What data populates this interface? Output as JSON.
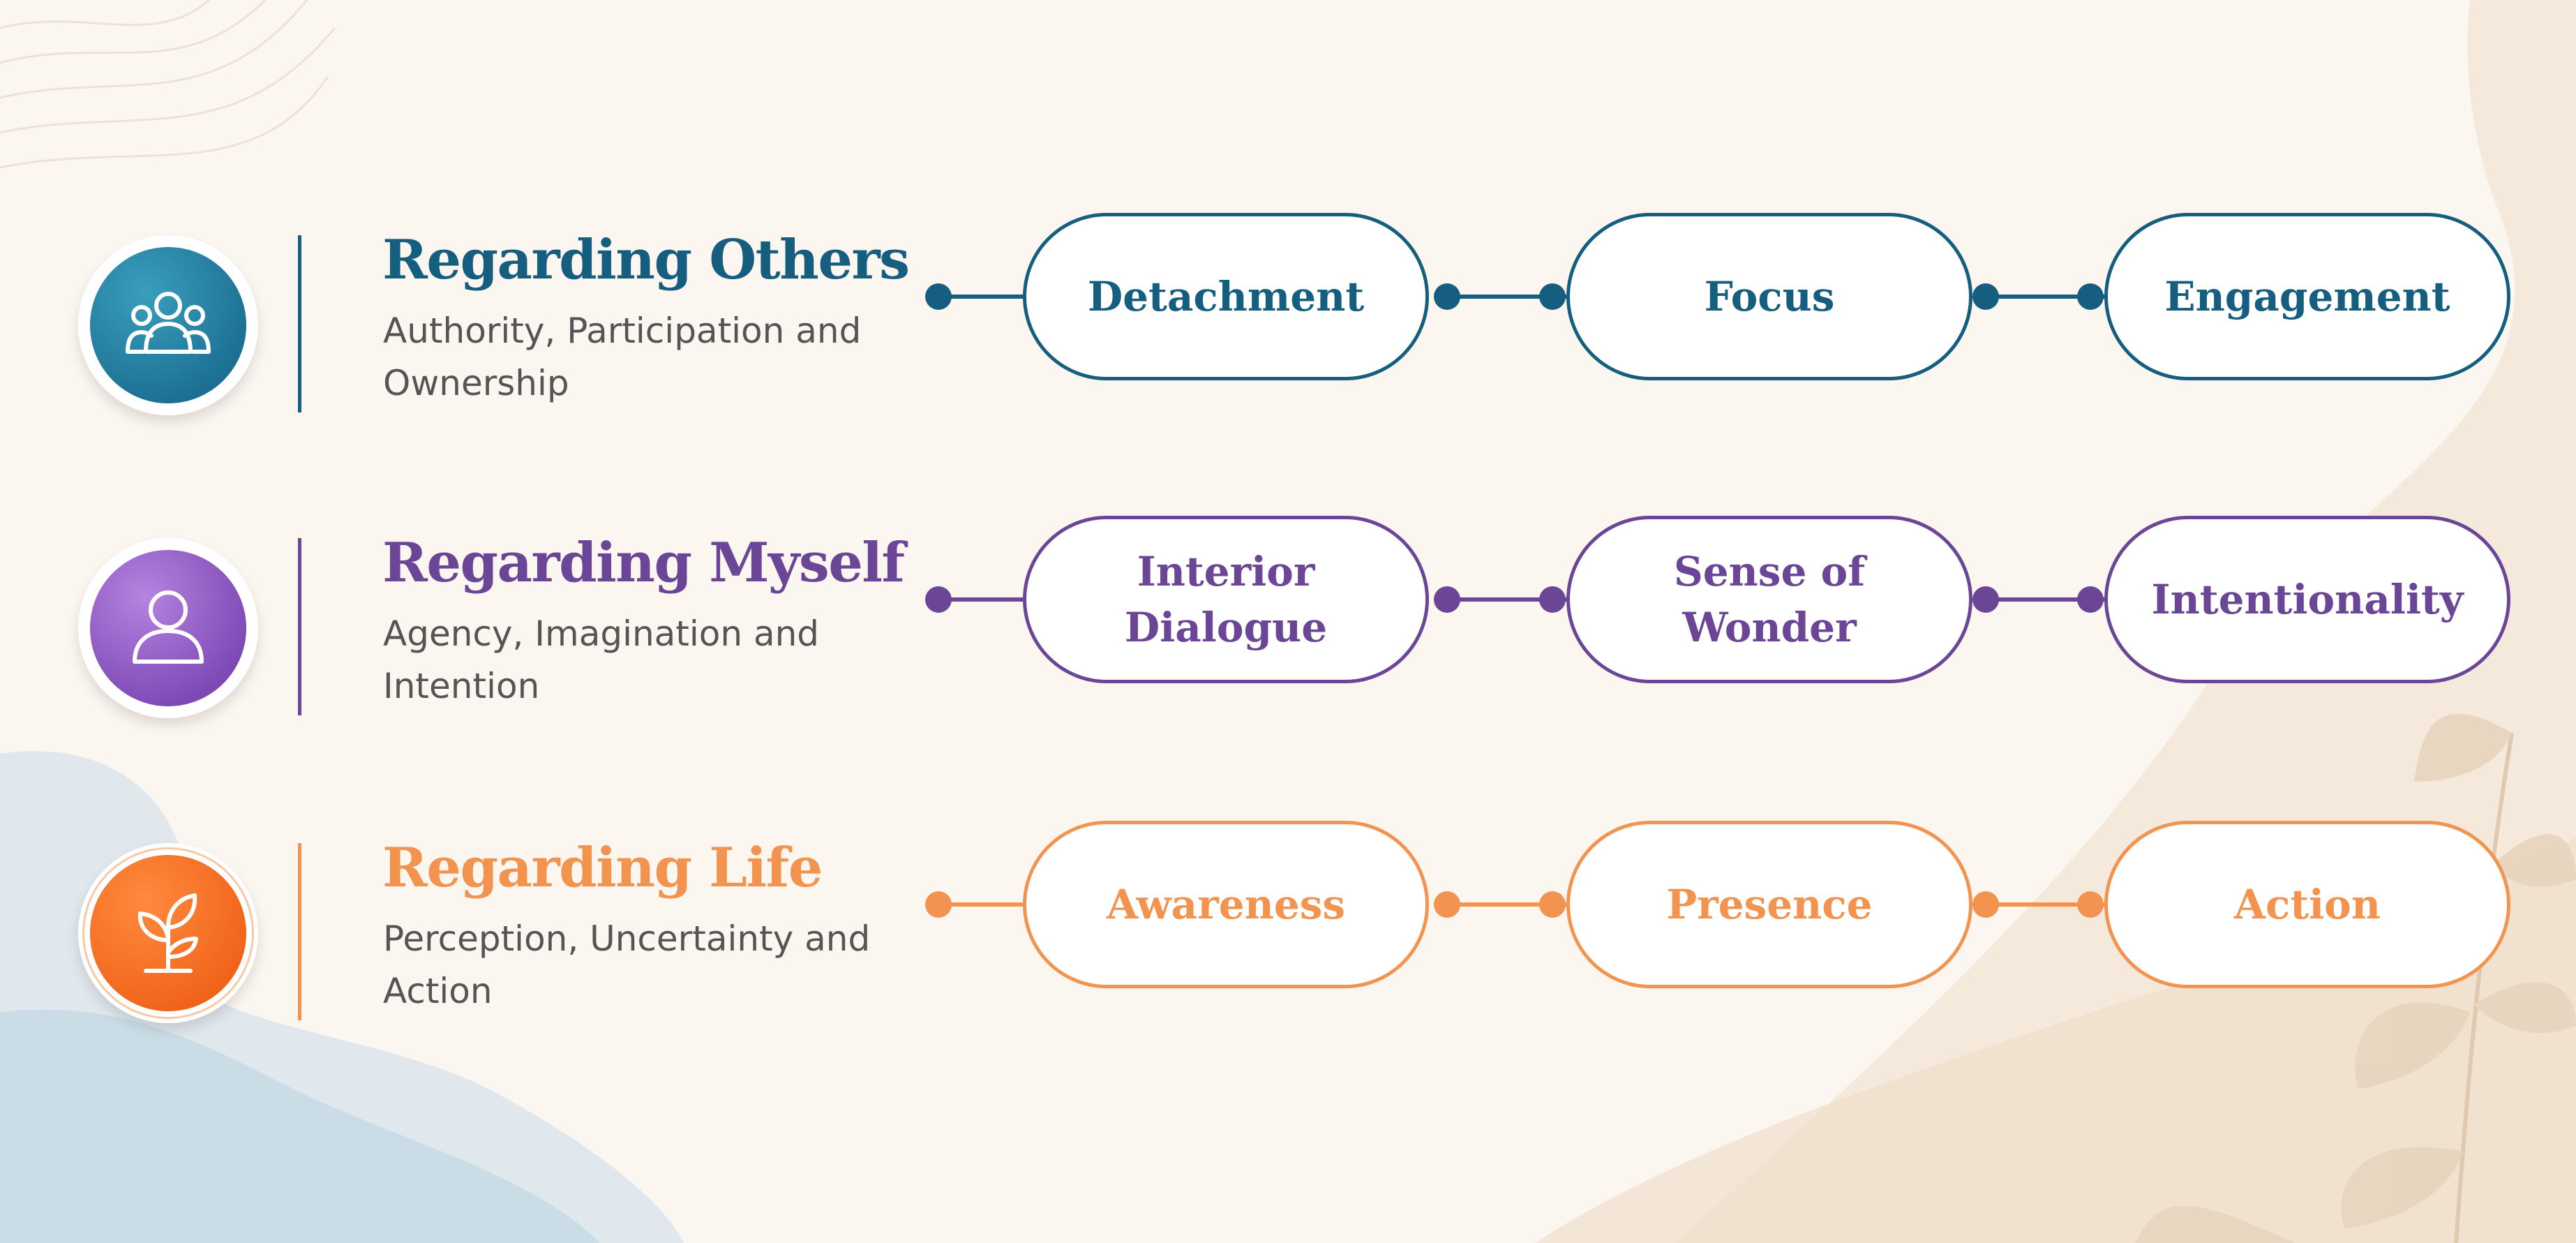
{
  "colors": {
    "teal": "#155e7f",
    "purple": "#6b4596",
    "orange": "#f29450",
    "background": "#fcf6f1"
  },
  "rows": [
    {
      "icon": "people-group-icon",
      "title": "Regarding Others",
      "subtitle": "Authority, Participation and Ownership",
      "steps": [
        "Detachment",
        "Focus",
        "Engagement"
      ]
    },
    {
      "icon": "person-icon",
      "title": "Regarding Myself",
      "subtitle": "Agency, Imagination and Intention",
      "steps": [
        "Interior Dialogue",
        "Sense of Wonder",
        "Intentionality"
      ]
    },
    {
      "icon": "sprout-icon",
      "title": "Regarding Life",
      "subtitle": "Perception, Uncertainty and Action",
      "steps": [
        "Awareness",
        "Presence",
        "Action"
      ]
    }
  ]
}
